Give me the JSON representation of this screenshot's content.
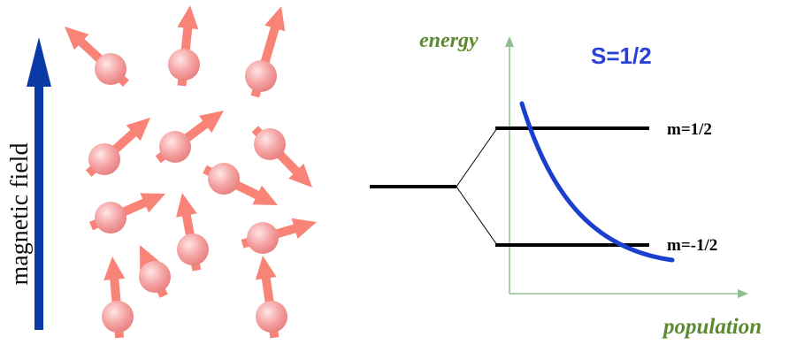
{
  "field_label": "magnetic field",
  "energy_label": "energy",
  "population_label": "population",
  "spin_label": "S=1/2",
  "levels": [
    {
      "label": "m=1/2"
    },
    {
      "label": "m=-1/2"
    }
  ],
  "colors": {
    "field_arrow": "#0b3aa6",
    "spin_arrow": "#f98377",
    "spin_ball": "#f3a0a0",
    "axis": "#8fbf8f",
    "axis_label": "#5c8a2e",
    "spin_label": "#2a3fd6",
    "curve": "#1a3fcf",
    "level": "#000000"
  },
  "icons": [
    "magnetic-field-arrow-icon",
    "spin-icon"
  ]
}
